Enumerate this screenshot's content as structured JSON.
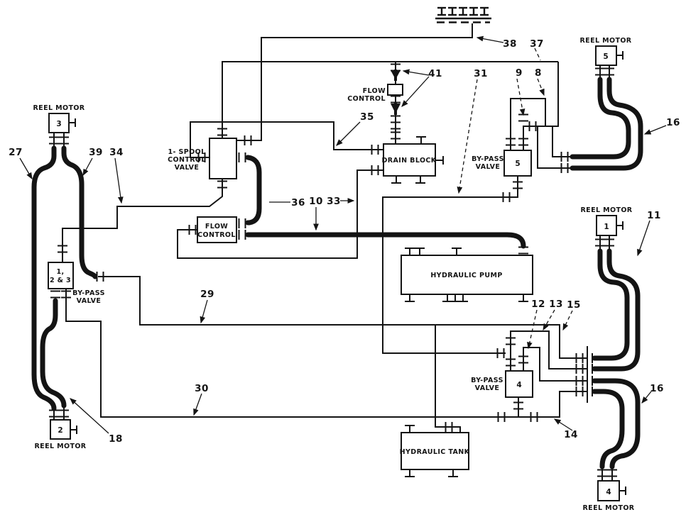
{
  "diagram_title": "Hydraulic reel drive circuit schematic",
  "colors": {
    "ink": "#141414",
    "background": "#ffffff"
  },
  "components": {
    "reel_motor_label": "REEL MOTOR",
    "motors": {
      "m3": "3",
      "m5": "5",
      "m1": "1",
      "m2": "2",
      "m4": "4"
    },
    "spool_valve": {
      "line1": "1- SPOOL",
      "line2": "CONTROL",
      "line3": "VALVE"
    },
    "flow_control": {
      "line1": "FLOW",
      "line2": "CONTROL"
    },
    "drain_block": "DRAIN BLOCK",
    "bypass_valve": {
      "line1": "BY-PASS",
      "line2": "VALVE"
    },
    "bypass5_num": "5",
    "bypass4_num": "4",
    "selector_box": {
      "line1": "1,",
      "line2": "2 & 3"
    },
    "hydraulic_pump": "HYDRAULIC PUMP",
    "hydraulic_tank": "HYDRAULIC TANK"
  },
  "callouts": {
    "c27": "27",
    "c39": "39",
    "c34": "34",
    "c35": "35",
    "c41": "41",
    "c38": "38",
    "c37": "37",
    "c31": "31",
    "c9": "9",
    "c8": "8",
    "c16a": "16",
    "c11": "11",
    "c36": "36",
    "c10": "10",
    "c33": "33",
    "c29": "29",
    "c12": "12",
    "c13": "13",
    "c15": "15",
    "c16b": "16",
    "c14": "14",
    "c30": "30",
    "c18": "18"
  }
}
